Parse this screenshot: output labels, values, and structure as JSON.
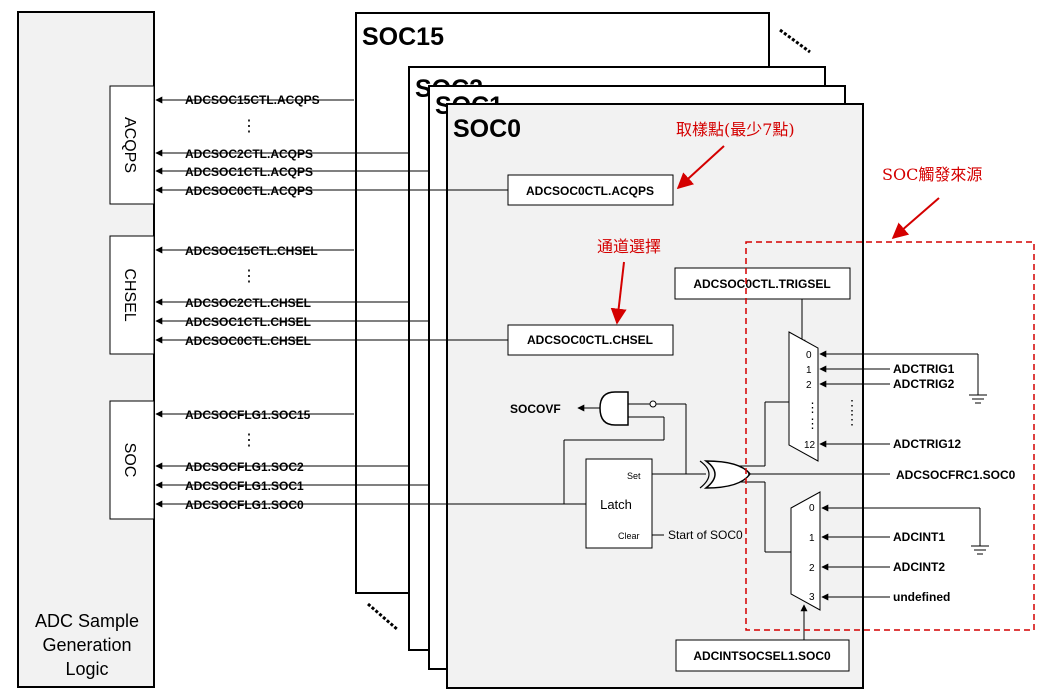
{
  "left_block": {
    "title_lines": [
      "ADC Sample",
      "Generation",
      "Logic"
    ],
    "acqps_label": "ACQPS",
    "chsel_label": "CHSEL",
    "soc_label": "SOC"
  },
  "signals": {
    "acqps": [
      "ADCSOC15CTL.ACQPS",
      "ADCSOC2CTL.ACQPS",
      "ADCSOC1CTL.ACQPS",
      "ADCSOC0CTL.ACQPS"
    ],
    "chsel": [
      "ADCSOC15CTL.CHSEL",
      "ADCSOC2CTL.CHSEL",
      "ADCSOC1CTL.CHSEL",
      "ADCSOC0CTL.CHSEL"
    ],
    "socflg": [
      "ADCSOCFLG1.SOC15",
      "ADCSOCFLG1.SOC2",
      "ADCSOCFLG1.SOC1",
      "ADCSOCFLG1.SOC0"
    ],
    "ellipsis": "⋮"
  },
  "pages": {
    "soc15": "SOC15",
    "soc2": "SOC2",
    "soc1": "SOC1",
    "soc0": "SOC0"
  },
  "soc0": {
    "acqps_box": "ADCSOC0CTL.ACQPS",
    "chsel_box": "ADCSOC0CTL.CHSEL",
    "trigsel_box": "ADCSOC0CTL.TRIGSEL",
    "intsel_box": "ADCINTSOCSEL1.SOC0",
    "socovf": "SOCOVF",
    "latch": "Latch",
    "set": "Set",
    "clear": "Clear",
    "start_of_soc": "Start of SOC0",
    "mux_top_inputs": [
      "0",
      "1",
      "2",
      "12"
    ],
    "mux_bottom_inputs": [
      "0",
      "1",
      "2",
      "3"
    ],
    "triggers": [
      "ADCTRIG1",
      "ADCTRIG2",
      "ADCTRIG12"
    ],
    "frc": "ADCSOCFRC1.SOC0",
    "ints": [
      "ADCINT1",
      "ADCINT2",
      "undefined"
    ]
  },
  "annotations": {
    "sample_points": "取樣點(最少7點)",
    "channel_select": "通道選擇",
    "trigger_source": "SOC觸發來源"
  },
  "colors": {
    "annotation": "#d40000",
    "panel_fill": "#f2f2f2"
  }
}
